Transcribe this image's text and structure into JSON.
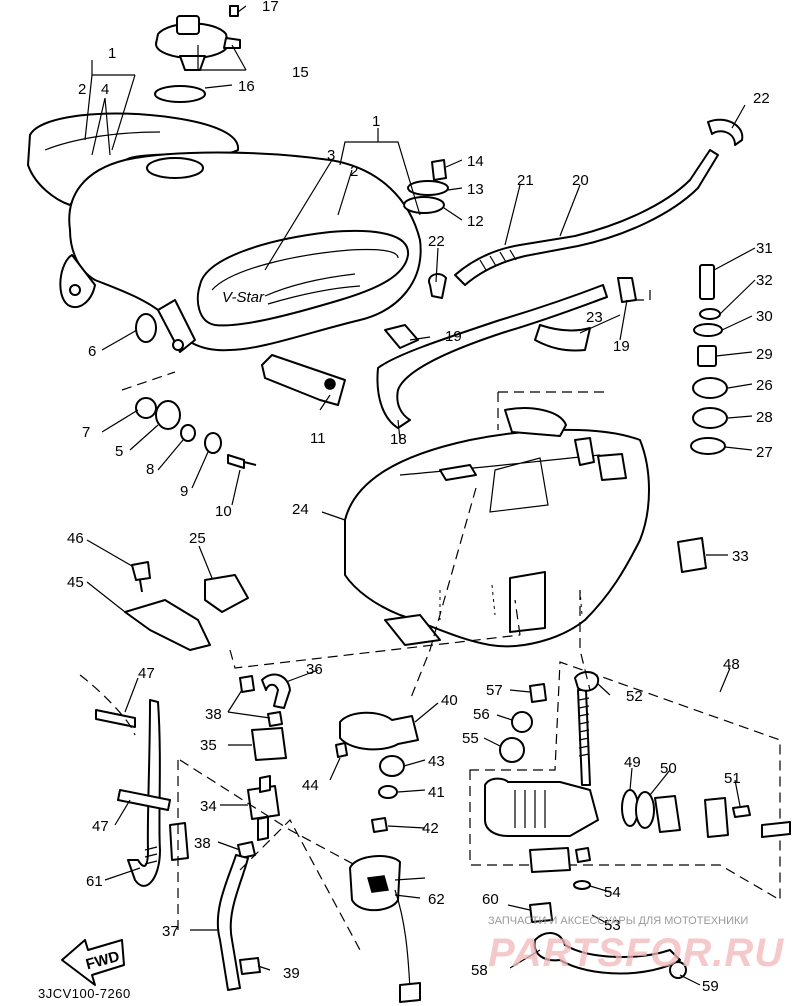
{
  "diagram": {
    "footer_code": "3JCV100-7260",
    "fwd_label": "FWD",
    "emblem_text": "V-Star",
    "watermark": {
      "caption": "ЗАПЧАСТИ И АКСЕССУАРЫ ДЛЯ МОТОТЕХНИКИ",
      "logo": "PARTSFOR.RU"
    },
    "callouts": [
      "1",
      "1",
      "2",
      "2",
      "3",
      "4",
      "5",
      "6",
      "7",
      "8",
      "9",
      "10",
      "11",
      "12",
      "13",
      "14",
      "15",
      "16",
      "17",
      "18",
      "19",
      "19",
      "20",
      "21",
      "22",
      "22",
      "23",
      "24",
      "25",
      "26",
      "27",
      "28",
      "29",
      "30",
      "31",
      "32",
      "33",
      "34",
      "35",
      "36",
      "37",
      "38",
      "38",
      "39",
      "40",
      "41",
      "42",
      "43",
      "44",
      "45",
      "46",
      "47",
      "47",
      "48",
      "49",
      "50",
      "51",
      "52",
      "53",
      "54",
      "55",
      "56",
      "57",
      "58",
      "59",
      "60",
      "61",
      "62"
    ]
  }
}
